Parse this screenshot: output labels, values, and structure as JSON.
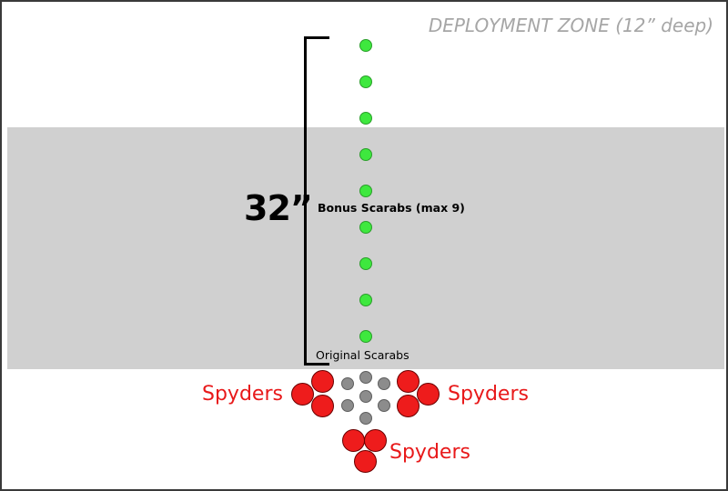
{
  "deployment_zone": {
    "label": "DEPLOYMENT ZONE (12” deep)"
  },
  "measurement": {
    "distance": "32”"
  },
  "labels": {
    "bonus_scarabs": "Bonus Scarabs (max 9)",
    "original_scarabs": "Original Scarabs",
    "spyders_left": "Spyders",
    "spyders_right": "Spyders",
    "spyders_bottom": "Spyders"
  },
  "counts": {
    "bonus_scarab_markers": 9,
    "original_scarab_markers": 7,
    "spyder_markers_per_group": 3
  },
  "colors": {
    "bonus_scarab": "#3ee83e",
    "original_scarab": "#8c8c8c",
    "spyder": "#ee1c1c",
    "terrain_band": "#d0d0d0",
    "zone_label": "#a6a6a6",
    "spyder_label": "#e8191a"
  }
}
